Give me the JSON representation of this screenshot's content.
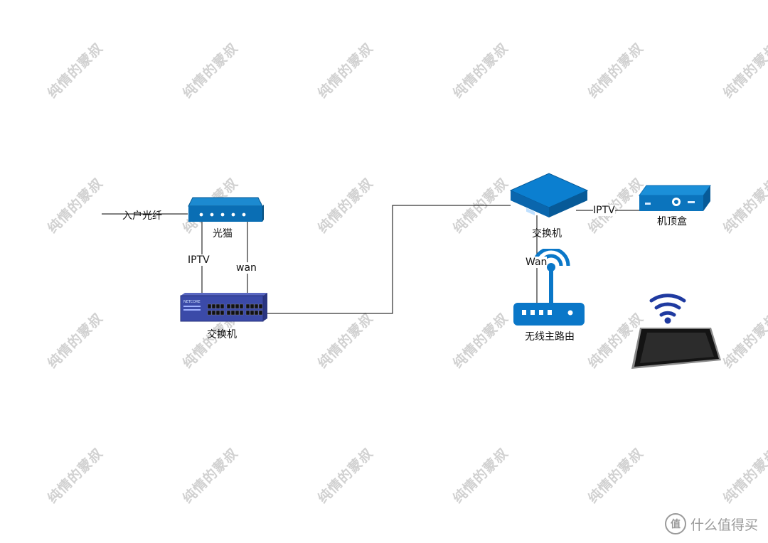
{
  "watermark": {
    "text": "纯情的蒙叔",
    "rows": 4,
    "cols": 6
  },
  "labels": {
    "fiber_in": "入户光纤",
    "modem": "光猫",
    "iptv_left": "IPTV",
    "wan_left": "wan",
    "switch_left": "交换机",
    "switch_right": "交换机",
    "iptv_right": "IPTV",
    "settop_box": "机顶盒",
    "wan_right": "Wan",
    "wireless_router": "无线主路由"
  },
  "switch_left_plate": "NETCORE",
  "brand": {
    "badge": "值",
    "text": "什么值得买"
  },
  "colors": {
    "device_blue": "#0070c0",
    "device_blue_dark": "#005a9e",
    "switch_navy": "#3b4aa8",
    "line": "#000000",
    "tablet_wifi": "#1f3aa0"
  }
}
